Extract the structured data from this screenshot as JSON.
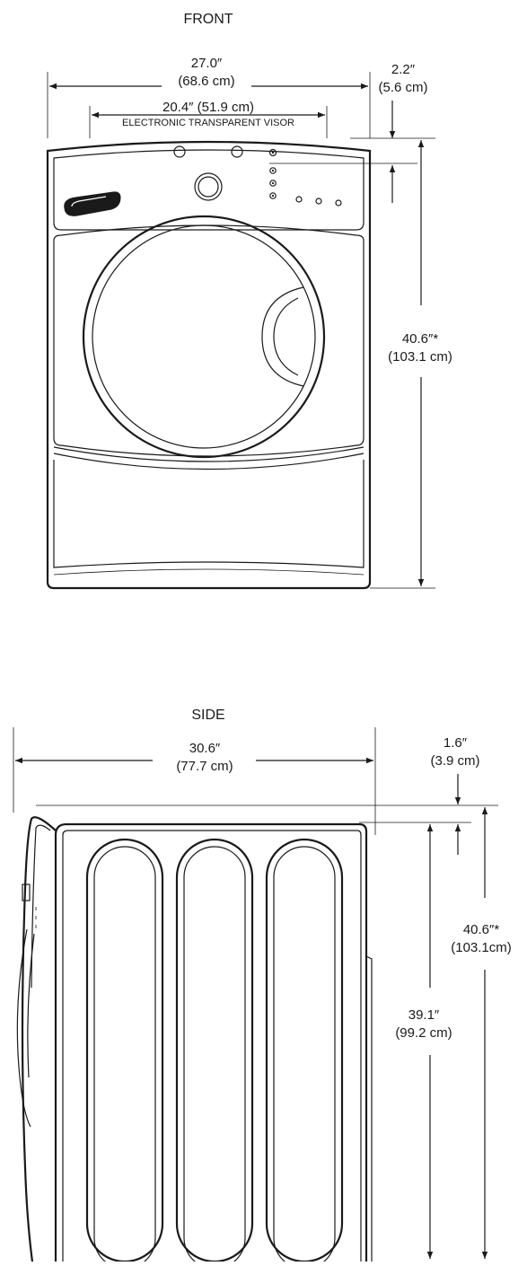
{
  "front": {
    "title": "FRONT",
    "width_in": "27.0″",
    "width_cm": "(68.6 cm)",
    "visor_dim": "20.4″ (51.9 cm)",
    "visor_label": "ELECTRONIC TRANSPARENT VISOR",
    "visor_height_in": "2.2″",
    "visor_height_cm": "(5.6 cm)",
    "height_in": "40.6″*",
    "height_cm": "(103.1 cm)"
  },
  "side": {
    "title": "SIDE",
    "depth_in": "30.6″",
    "depth_cm": "(77.7 cm)",
    "top_offset_in": "1.6″",
    "top_offset_cm": "(3.9 cm)",
    "cabinet_height_in": "39.1″",
    "cabinet_height_cm": "(99.2 cm)",
    "height_in": "40.6″*",
    "height_cm": "(103.1cm)"
  }
}
